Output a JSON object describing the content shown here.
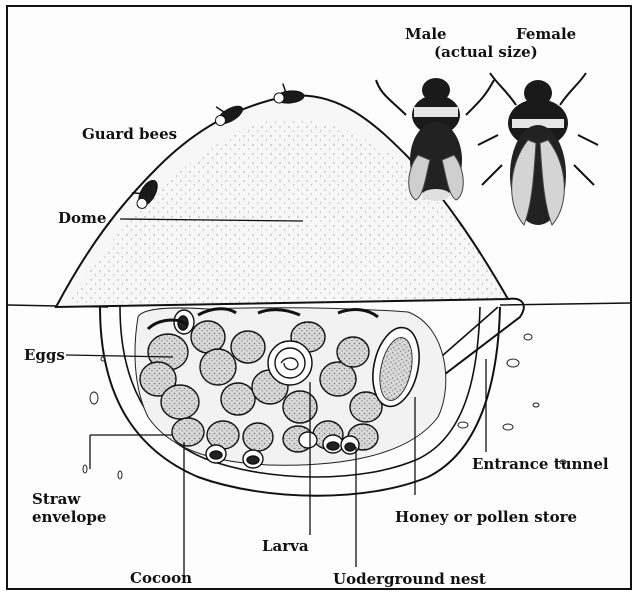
{
  "diagram": {
    "labels": {
      "male": "Male",
      "actual_size": "(actual size)",
      "female": "Female",
      "guard_bees": "Guard bees",
      "dome": "Dome",
      "eggs": "Eggs",
      "straw_line1": "Straw",
      "straw_line2": "envelope",
      "entrance_tunnel": "Entrance tunnel",
      "honey_store": "Honey or pollen store",
      "larva": "Larva",
      "cocoon": "Cocoon",
      "underground_nest": "Uoderground nest"
    },
    "colors": {
      "ink": "#111111",
      "dome_fill": "#f4f4f4",
      "cell_fill": "#dcdcdc",
      "bee_dark": "#1a1a1a",
      "bee_light": "#d8d8d8"
    }
  }
}
